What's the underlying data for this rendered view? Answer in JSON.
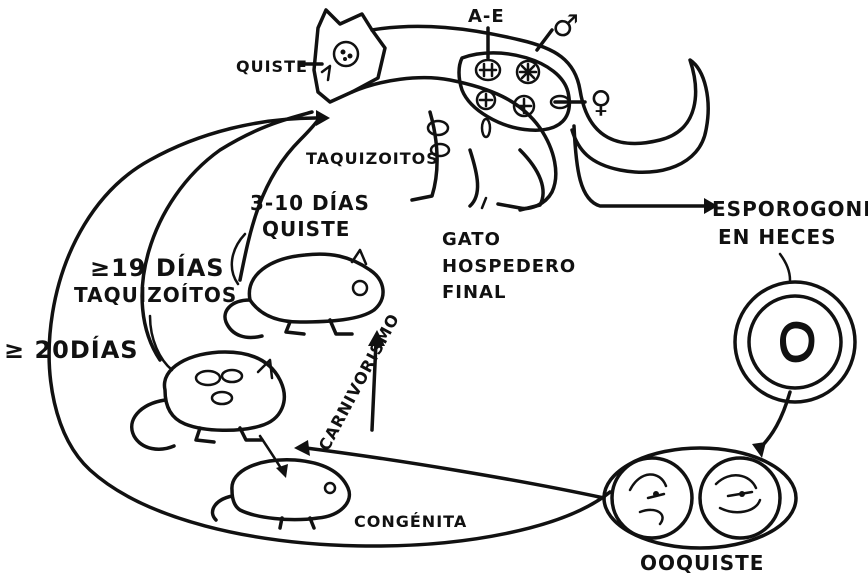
{
  "labels": {
    "quiste_cat": "QUISTE",
    "ae": "A-E",
    "male_symbol": "♂",
    "female_symbol": "♀",
    "taquizoitos": "TAQUIZOITOS",
    "gato_line1": "GATO",
    "gato_line2": "HOSPEDERO",
    "gato_line3": "FINAL",
    "esporogonia_line1": "ESPOROGONIA",
    "esporogonia_line2": "EN HECES",
    "dias_3_10_line1": "3-10 DÍAS",
    "dias_3_10_line2": "QUISTE",
    "dias_19_line1": "≥19 DÍAS",
    "dias_19_line2": "TAQUIZOÍTOS",
    "dias_20": "≥ 20DÍAS",
    "carnivorismo": "CARNIVORISMO",
    "congenita": "CONGÉNITA",
    "ooquiste": "OOQUISTE"
  },
  "colors": {
    "ink": "#111111",
    "paper": "#ffffff"
  }
}
